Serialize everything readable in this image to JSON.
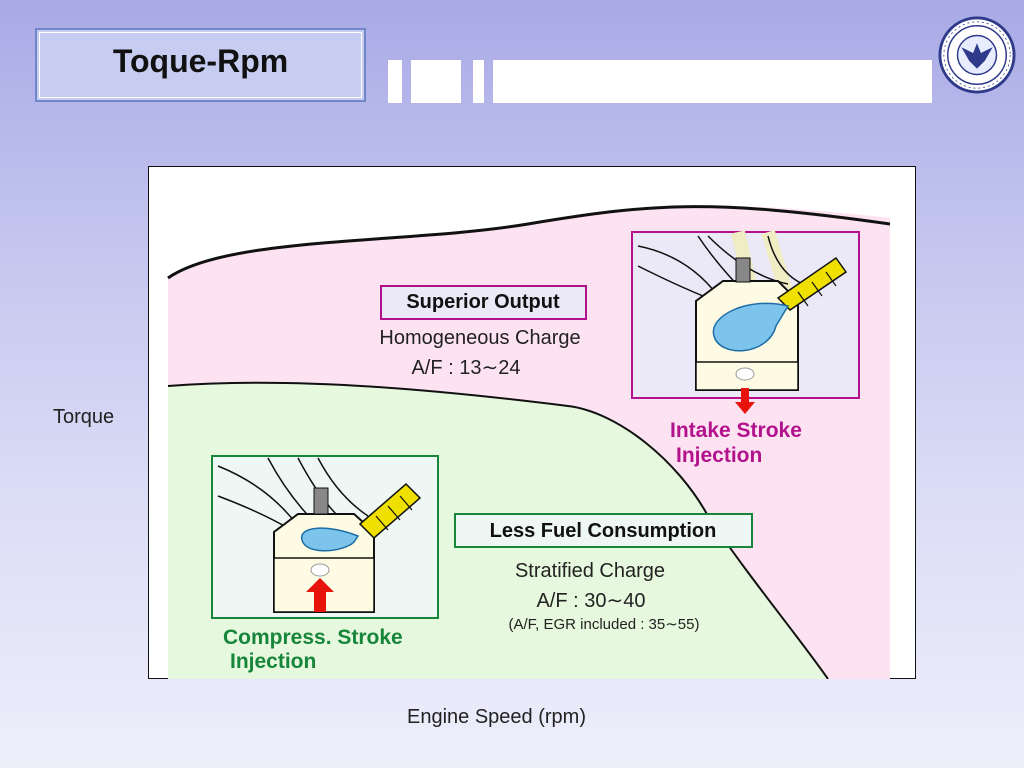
{
  "slide": {
    "title": "Toque-Rpm"
  },
  "axes": {
    "y_label": "Torque",
    "x_label": "Engine Speed (rpm)"
  },
  "regions": {
    "upper": {
      "heading": "Superior Output",
      "charge": "Homogeneous Charge",
      "af": "A/F : 13∼24",
      "injection_line1": "Intake Stroke",
      "injection_line2": "Injection"
    },
    "lower": {
      "heading": "Less Fuel Consumption",
      "charge": "Stratified Charge",
      "af": "A/F : 30∼40",
      "af_note": "(A/F, EGR included : 35∼55)",
      "injection_line1": "Compress. Stroke",
      "injection_line2": "Injection"
    }
  },
  "colors": {
    "upper_region": "#fde3f1",
    "lower_region": "#e6f8dd",
    "upper_accent": "#b3128d",
    "lower_accent": "#17853a",
    "injector": "#f0e000",
    "fuel_spray": "#7cc4ec",
    "arrow": "#e8140c"
  },
  "logo": {
    "name": "university-seal"
  }
}
